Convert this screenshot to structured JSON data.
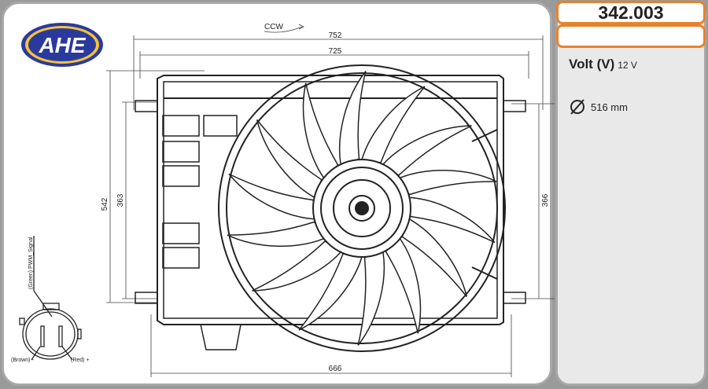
{
  "brand": {
    "logo_text": "AHE"
  },
  "product": {
    "code": "342.003",
    "secondary": ""
  },
  "specs": {
    "volt_label": "Volt (V)",
    "volt_value": "12 V",
    "diameter_icon": "diameter-icon",
    "diameter_value": "516 mm"
  },
  "drawing": {
    "rotation": "CCW",
    "dimensions": {
      "width_outer": "752",
      "width_inner": "725",
      "height_outer": "542",
      "height_left": "363",
      "height_right": "366",
      "bottom_width": "666"
    },
    "connector": {
      "signal": "(Green) PWM_Signal",
      "brown": "(Brown) -",
      "red": "(Red) +"
    },
    "blade_count": 14
  },
  "colors": {
    "accent": "#e8822a",
    "logo_blue": "#2a3a9c",
    "logo_fill": "#f3c23c"
  }
}
